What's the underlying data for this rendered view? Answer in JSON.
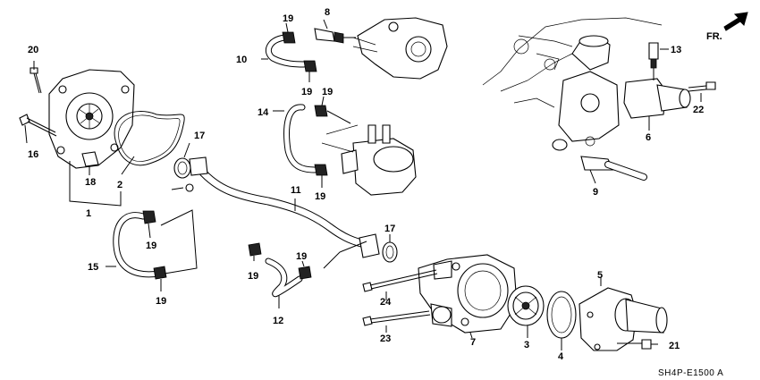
{
  "callouts": {
    "c1": "1",
    "c2": "2",
    "c3": "3",
    "c4": "4",
    "c5": "5",
    "c6": "6",
    "c7": "7",
    "c8": "8",
    "c9": "9",
    "c10": "10",
    "c11": "11",
    "c12": "12",
    "c13": "13",
    "c14": "14",
    "c15": "15",
    "c16": "16",
    "c17a": "17",
    "c17b": "17",
    "c18": "18",
    "c19a": "19",
    "c19b": "19",
    "c19c": "19",
    "c19d": "19",
    "c19e": "19",
    "c19f": "19",
    "c19g": "19",
    "c19h": "19",
    "c20": "20",
    "c21": "21",
    "c22": "22",
    "c23": "23",
    "c24": "24"
  },
  "front_indicator": "FR.",
  "diagram_code": "SH4P-E1500 A"
}
